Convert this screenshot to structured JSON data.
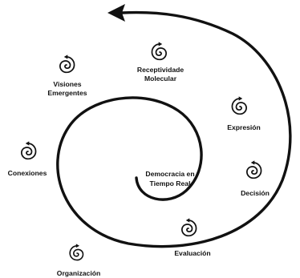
{
  "center": {
    "line1": "Democracia en",
    "line2": "Tiempo Real"
  },
  "nodes": {
    "receptividade": {
      "line1": "Receptividade",
      "line2": "Molecular",
      "icon": "clockwise-spiral-icon"
    },
    "visiones": {
      "line1": "Visiones",
      "line2": "Emergentes",
      "icon": "counterclockwise-spiral-icon"
    },
    "expresion": {
      "label": "Expresión",
      "icon": "clockwise-spiral-icon"
    },
    "decision": {
      "label": "Decisión",
      "icon": "counterclockwise-spiral-icon"
    },
    "evaluacion": {
      "label": "Evaluación",
      "icon": "counterclockwise-spiral-icon"
    },
    "organizacion": {
      "label": "Organización",
      "icon": "clockwise-spiral-icon"
    },
    "conexiones": {
      "label": "Conexiones",
      "icon": "counterclockwise-spiral-icon"
    }
  },
  "colors": {
    "stroke": "#111111",
    "background": "#ffffff"
  }
}
